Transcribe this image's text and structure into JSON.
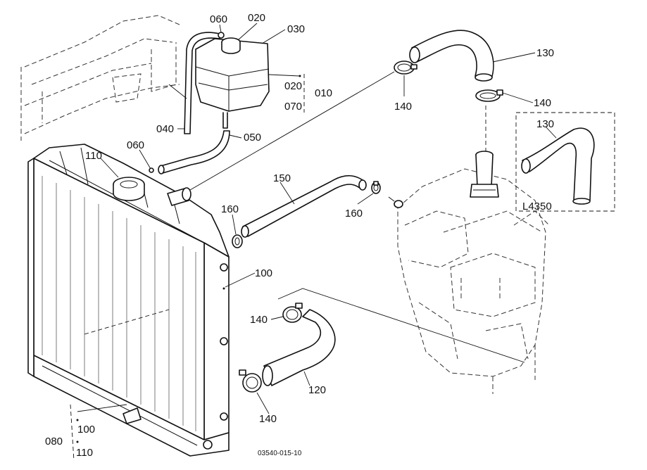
{
  "labels": {
    "p060_top": "060",
    "p020_top": "020",
    "p030": "030",
    "p130_top": "130",
    "p020_mid": "020",
    "p010": "010",
    "p070": "070",
    "p140_a": "140",
    "p140_b": "140",
    "p040": "040",
    "p050": "050",
    "p060_mid": "060",
    "p110_top": "110",
    "p150": "150",
    "p160_a": "160",
    "p160_b": "160",
    "p100_mid": "100",
    "p140_c": "140",
    "p120": "120",
    "p140_d": "140",
    "p100_bot": "100",
    "p080": "080",
    "p110_bot": "110",
    "inset_130": "130",
    "inset_model": "L4350",
    "figure_code": "03540-015-10"
  }
}
